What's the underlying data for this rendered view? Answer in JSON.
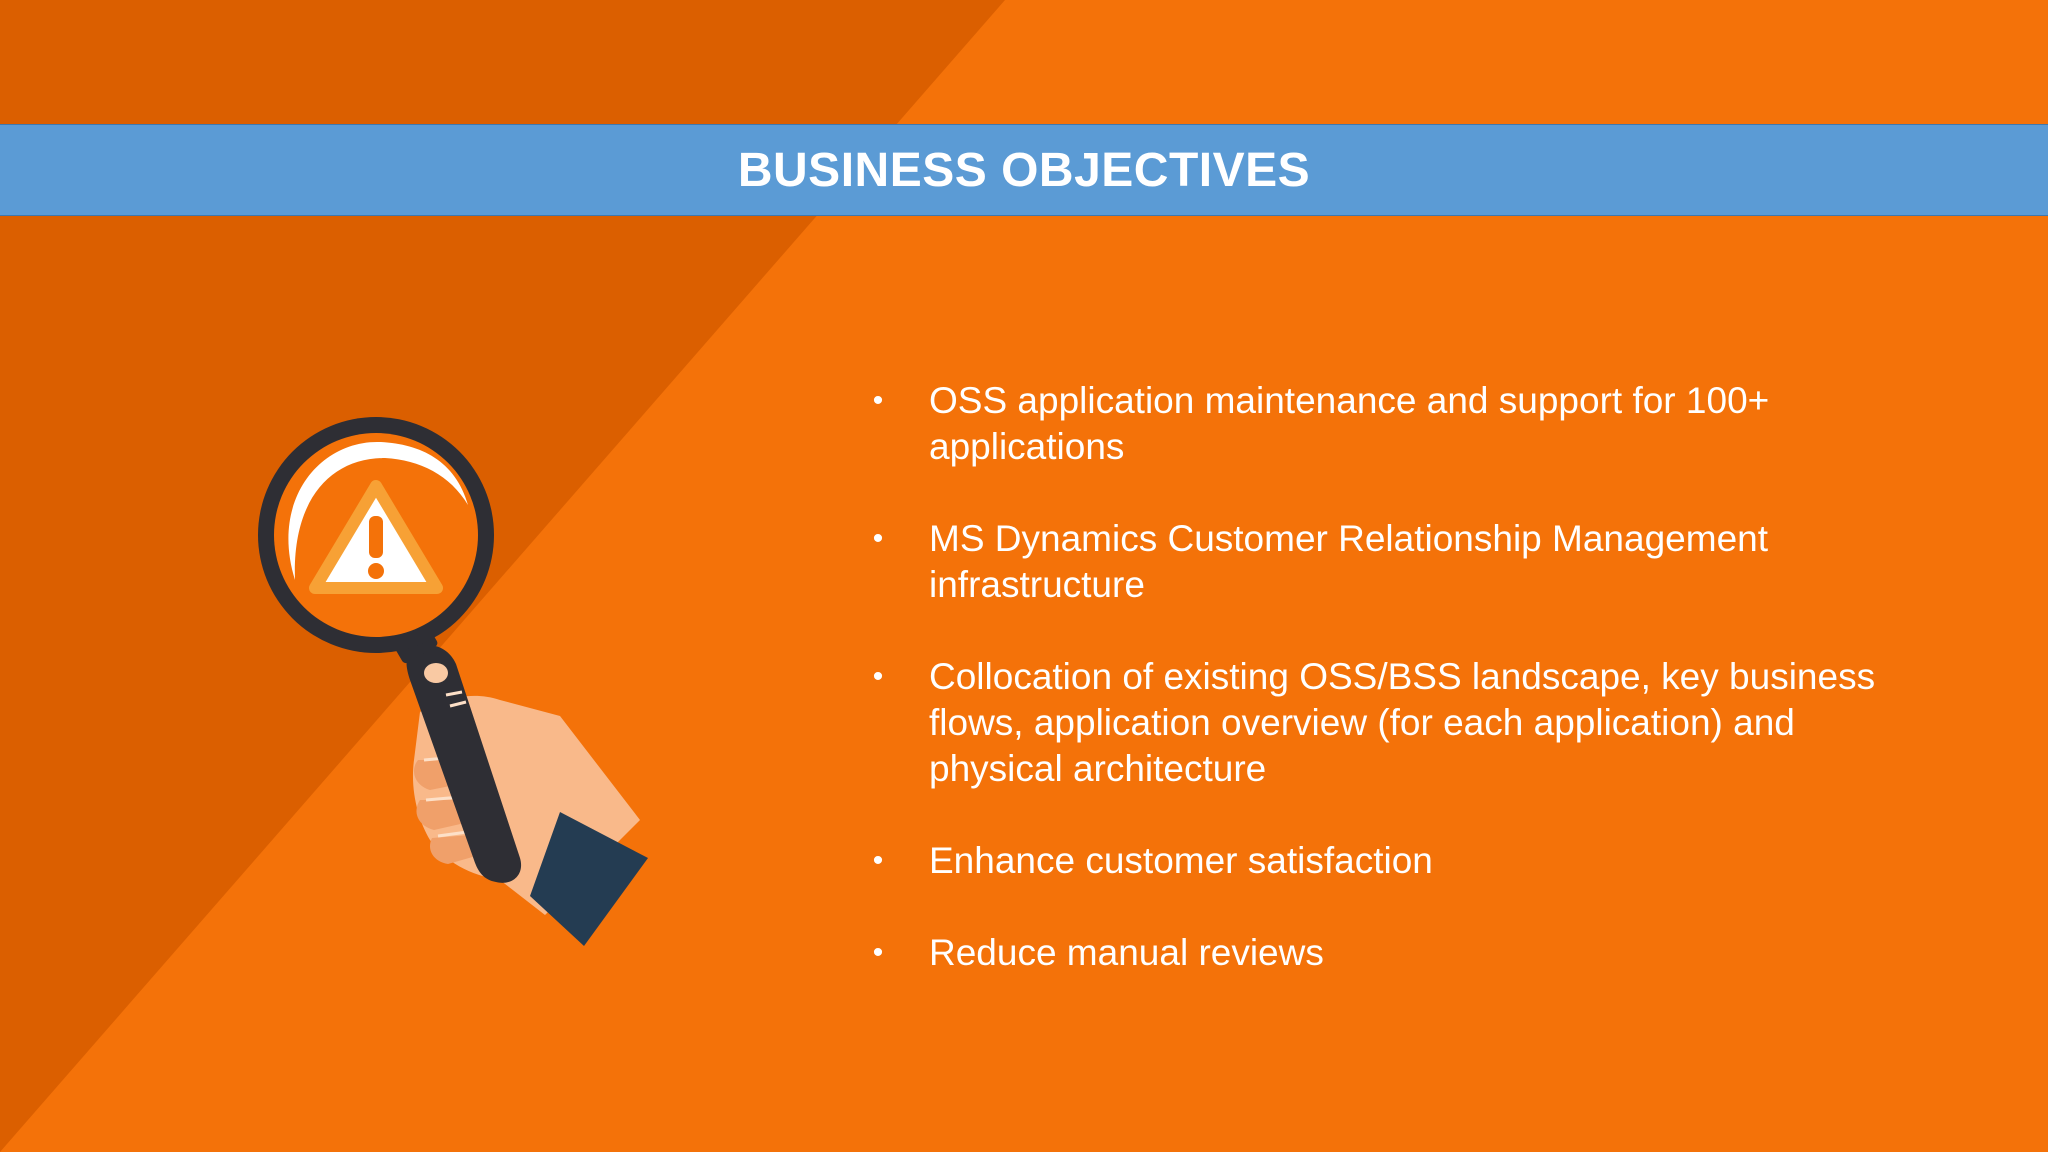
{
  "slide": {
    "title": "BUSINESS OBJECTIVES",
    "bullet_symbol": "•",
    "bullets": [
      "OSS application maintenance and support for 100+ applications",
      "MS Dynamics Customer Relationship Management infrastructure",
      "Collocation of existing OSS/BSS landscape, key business flows, application overview (for each application) and physical architecture",
      "Enhance customer satisfaction",
      "Reduce manual reviews"
    ]
  },
  "illustration": {
    "icon": "magnifying-glass-warning-icon"
  },
  "colors": {
    "background": "#f47209",
    "background_dark": "#db5f00",
    "title_band": "#5b9bd5",
    "text": "#ffffff"
  }
}
